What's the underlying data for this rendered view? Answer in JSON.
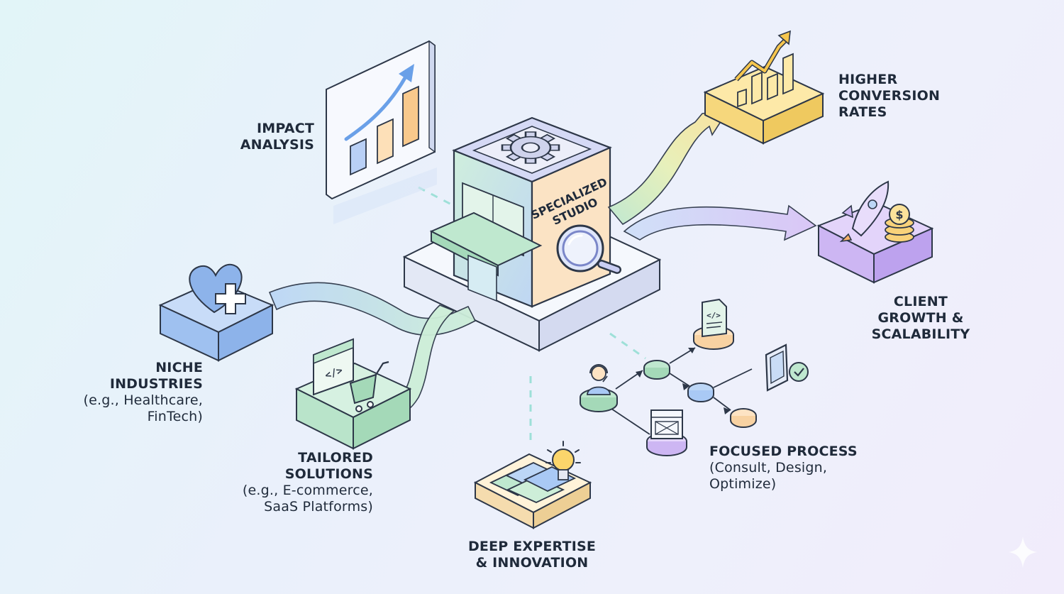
{
  "hub": {
    "sign_line1": "SPECIALIZED",
    "sign_line2": "STUDIO"
  },
  "labels": {
    "impact": {
      "title": "IMPACT\nANALYSIS"
    },
    "conversion": {
      "title": "HIGHER\nCONVERSION\nRATES"
    },
    "growth": {
      "title": "CLIENT\nGROWTH &\nSCALABILITY"
    },
    "niche": {
      "title": "NICHE\nINDUSTRIES",
      "sub": "(e.g., Healthcare,\nFinTech)"
    },
    "tailored": {
      "title": "TAILORED\nSOLUTIONS",
      "sub": "(e.g., E-commerce,\nSaaS Platforms)"
    },
    "expertise": {
      "title": "DEEP EXPERTISE\n& INNOVATION"
    },
    "process": {
      "title": "FOCUSED PROCESS",
      "sub": "(Consult, Design,\nOptimize)"
    }
  },
  "icons": {
    "code_glyph": "</>"
  },
  "colors": {
    "outline": "#2d3748",
    "blue": "#a9c9f5",
    "green": "#bfe8cf",
    "yellow": "#fbe7a6",
    "purple": "#d8c6f5",
    "peach": "#fbe3c4",
    "hub_side": "#c9cdf2"
  }
}
